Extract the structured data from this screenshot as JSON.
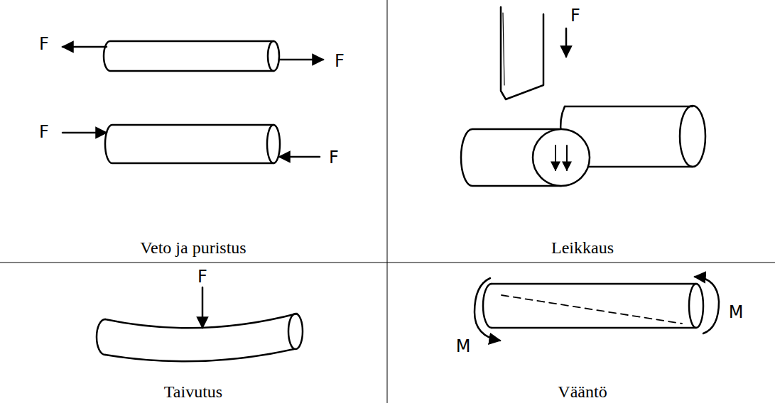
{
  "diagram": {
    "labels": [
      "F",
      "F",
      "F",
      "F",
      "Veto ja puristus",
      "F",
      "Leikkaus",
      "F",
      "Taivutus",
      "M",
      "M",
      "Vääntö"
    ]
  }
}
